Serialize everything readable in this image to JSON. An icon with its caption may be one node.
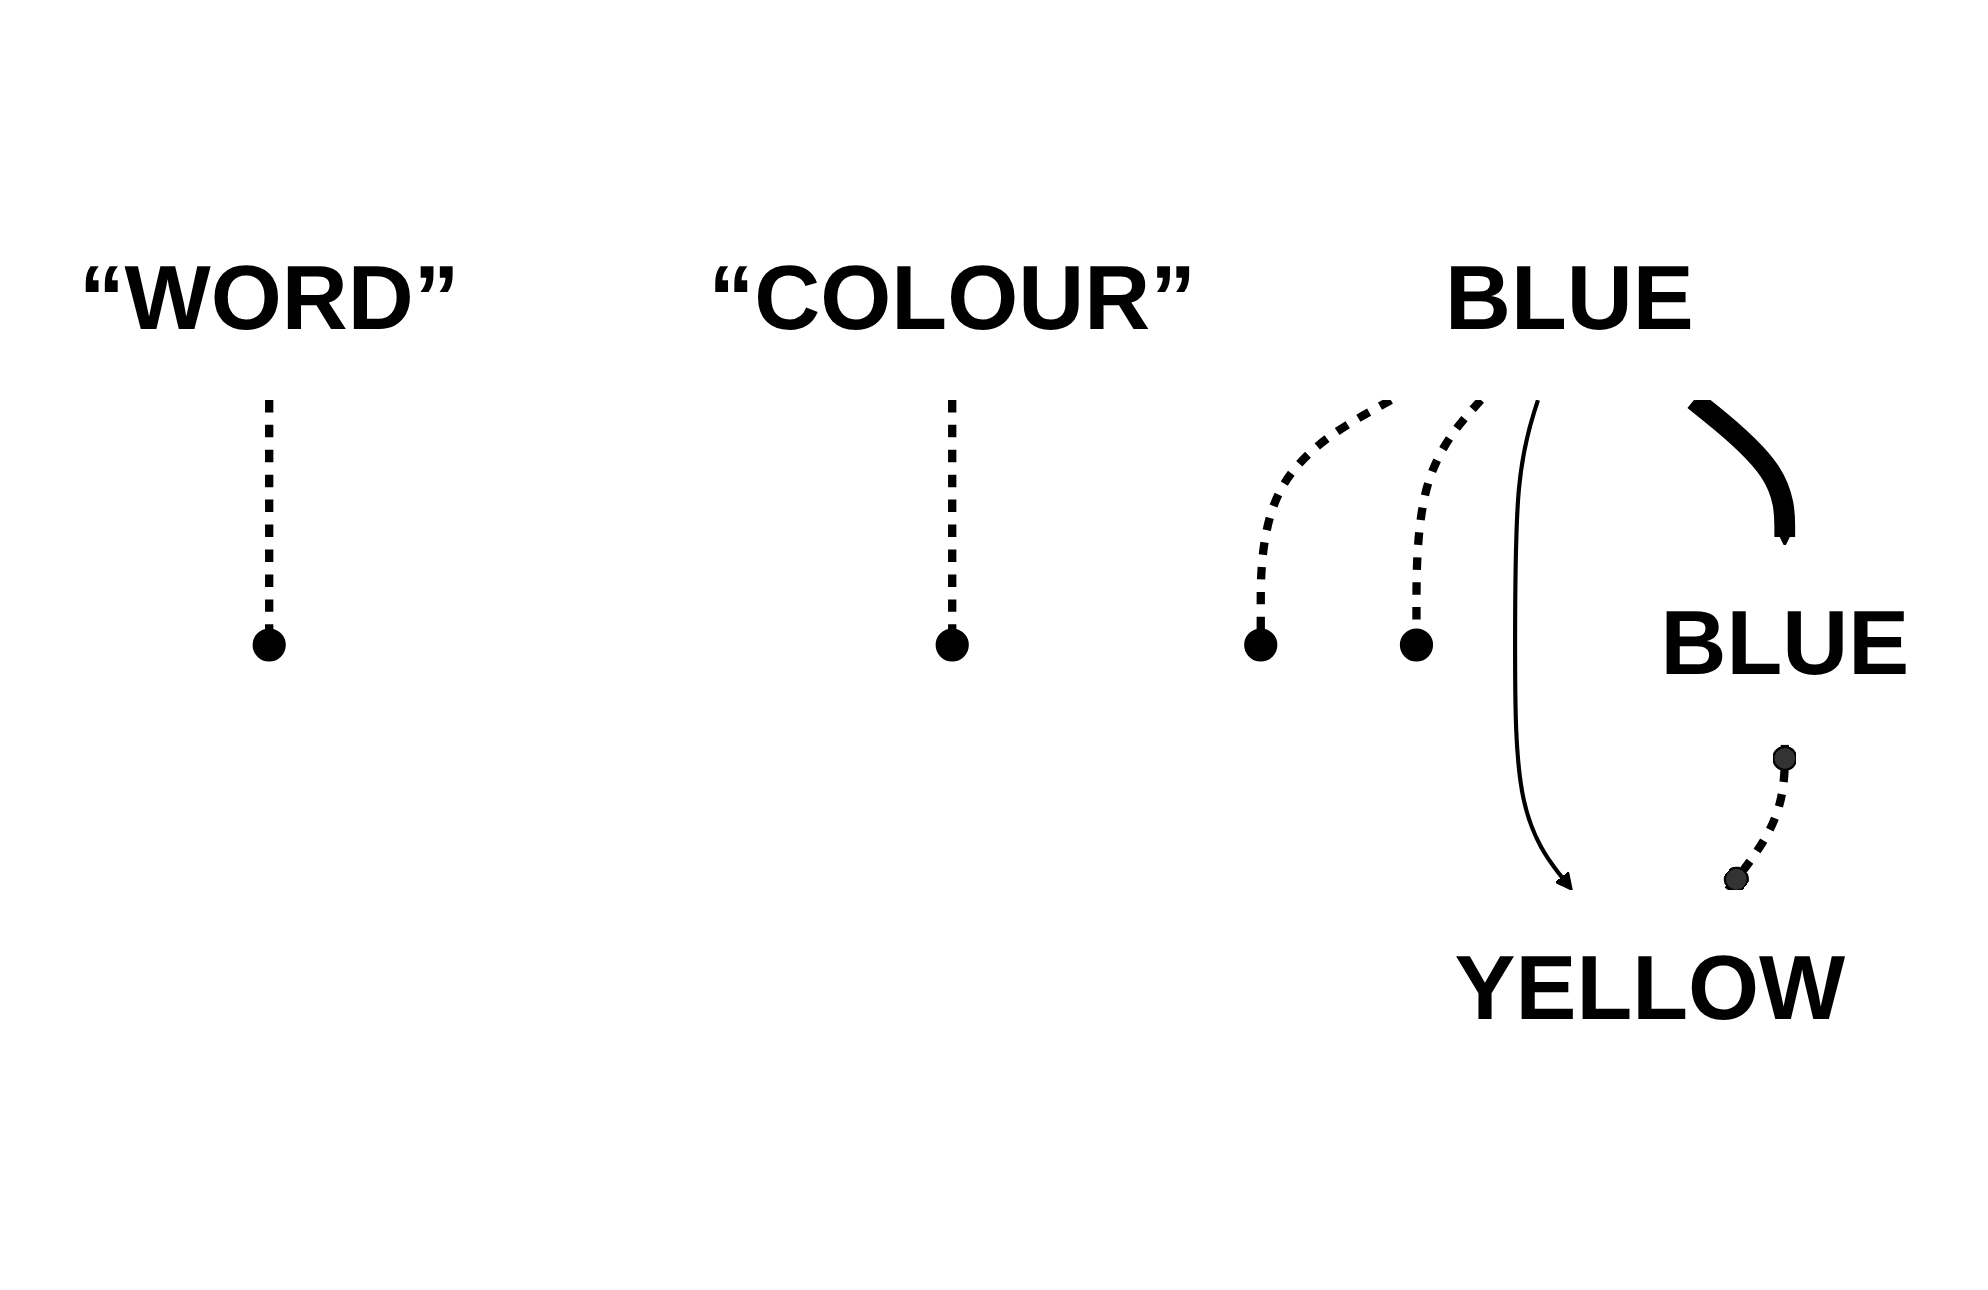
{
  "diagram": {
    "nodes": [
      {
        "text": [
          "“WORD”"
        ]
      },
      {
        "text": [
          "BLUE"
        ]
      },
      {
        "text": [
          "“COLOUR”"
        ]
      },
      {
        "text": [],
        "shape": "circle"
      },
      {
        "text": [],
        "shape": "circle"
      },
      {
        "text": [],
        "shape": "circle"
      },
      {
        "text": [],
        "shape": "circle"
      },
      {
        "text": [
          "BLUE"
        ]
      },
      {
        "text": [
          "YELLOW"
        ]
      }
    ],
    "edges": [
      {
        "from": 1,
        "to": 7,
        "arrow": "to",
        "style": "thick"
      },
      {
        "from": 1,
        "to": 8,
        "arrow": "to"
      },
      {
        "from": 1,
        "to": 5,
        "arrow": "none",
        "style": "dashed"
      },
      {
        "from": 1,
        "to": 6,
        "arrow": "none",
        "style": "dashed"
      },
      {
        "from": 0,
        "to": 3,
        "arrow": "none",
        "style": "dashed"
      },
      {
        "from": 2,
        "to": 4,
        "arrow": "none",
        "style": "dashed"
      },
      {
        "from": 7,
        "to": 8,
        "arrow": "other",
        "style": "dashed"
      }
    ]
  }
}
